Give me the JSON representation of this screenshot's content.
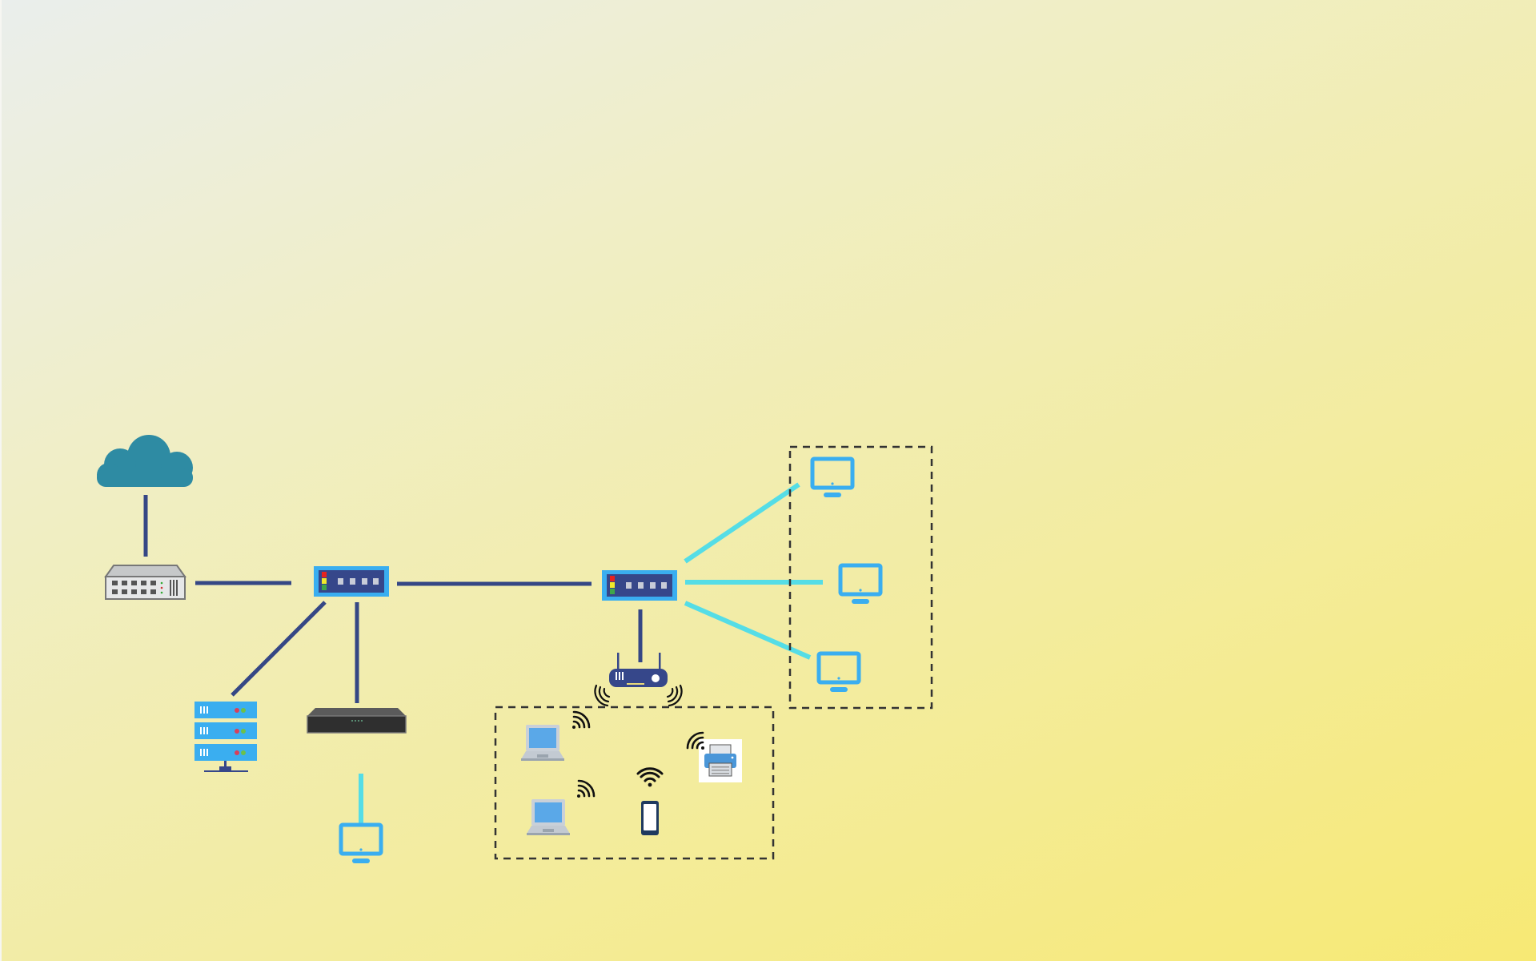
{
  "colors": {
    "trunk_link": "#354785",
    "access_link": "#55dde6",
    "device_blue": "#3aaef0",
    "cloud": "#2e8ba3",
    "switch_panel": "#36478a",
    "dashed_group": "#333333"
  },
  "nodes": [
    {
      "id": "internet",
      "icon": "cloud-icon"
    },
    {
      "id": "hub",
      "icon": "hub-icon"
    },
    {
      "id": "switch-1",
      "icon": "switch-icon"
    },
    {
      "id": "switch-2",
      "icon": "switch-icon"
    },
    {
      "id": "server",
      "icon": "server-icon"
    },
    {
      "id": "modem",
      "icon": "modem-icon"
    },
    {
      "id": "pc-1",
      "icon": "monitor-icon"
    },
    {
      "id": "router",
      "icon": "wireless-router-icon"
    },
    {
      "id": "pc-group",
      "icon": "monitor-icon",
      "count": 3
    },
    {
      "id": "wireless-group",
      "icons": [
        "laptop-icon",
        "laptop-icon",
        "smartphone-icon",
        "printer-icon"
      ]
    }
  ]
}
